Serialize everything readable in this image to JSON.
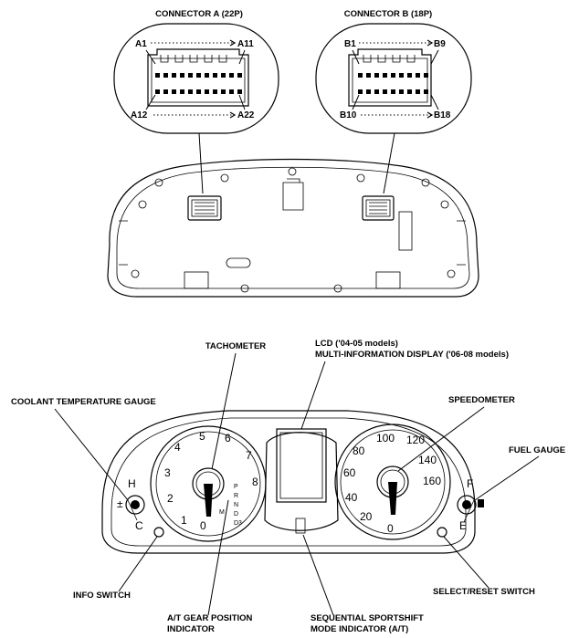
{
  "connectors": {
    "a": {
      "title": "CONNECTOR A (22P)",
      "pin_top_left": "A1",
      "pin_top_right": "A11",
      "pin_bottom_left": "A12",
      "pin_bottom_right": "A22"
    },
    "b": {
      "title": "CONNECTOR B (18P)",
      "pin_top_left": "B1",
      "pin_top_right": "B9",
      "pin_bottom_left": "B10",
      "pin_bottom_right": "B18"
    }
  },
  "callouts": {
    "tachometer": "TACHOMETER",
    "lcd_line1": "LCD ('04-05 models)",
    "lcd_line2": "MULTI-INFORMATION DISPLAY ('06-08 models)",
    "coolant": "COOLANT TEMPERATURE GAUGE",
    "speedometer": "SPEEDOMETER",
    "fuel": "FUEL GAUGE",
    "info_switch": "INFO SWITCH",
    "select_reset": "SELECT/RESET SWITCH",
    "gear_line1": "A/T GEAR POSITION",
    "gear_line2": "INDICATOR",
    "sport_line1": "SEQUENTIAL SPORTSHIFT",
    "sport_line2": "MODE INDICATOR (A/T)"
  },
  "tachometer": {
    "scale": [
      "0",
      "1",
      "2",
      "3",
      "4",
      "5",
      "6",
      "7",
      "8"
    ]
  },
  "speedometer": {
    "scale": [
      "0",
      "20",
      "40",
      "60",
      "80",
      "100",
      "120",
      "140",
      "160"
    ]
  },
  "gear_indicator": {
    "letters": [
      "P",
      "R",
      "N",
      "D",
      "D3"
    ],
    "m": "M"
  },
  "temp_gauge": {
    "hot": "H",
    "cold": "C"
  },
  "fuel_gauge": {
    "full": "F",
    "empty": "E"
  }
}
